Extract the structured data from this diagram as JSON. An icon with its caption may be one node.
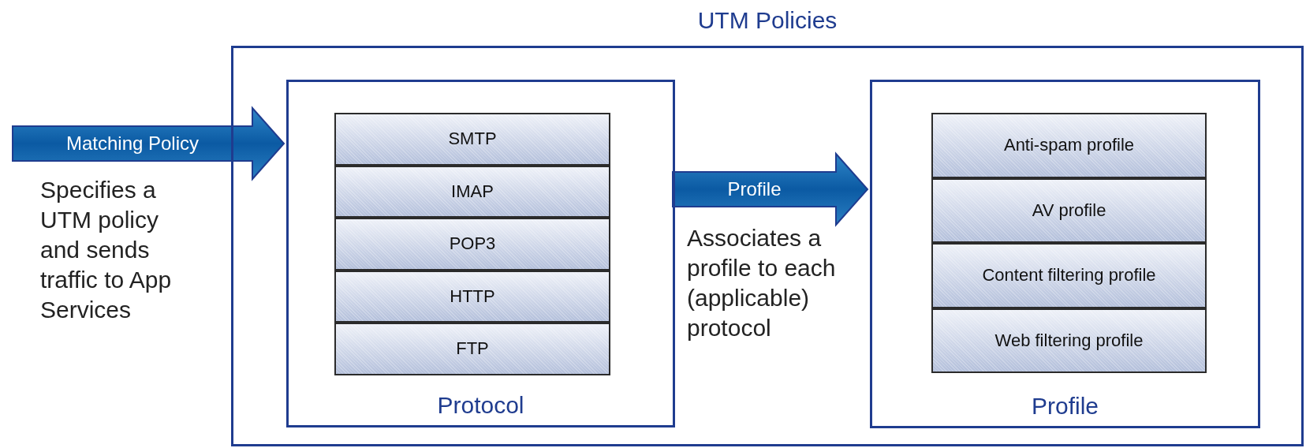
{
  "diagram": {
    "nodes": [
      {
        "text": [
          "UTM Policies"
        ]
      },
      {
        "text": [
          "Protocol"
        ],
        "in": 0
      },
      {
        "text": [
          "SMTP"
        ],
        "in": 1
      },
      {
        "text": [
          "IMAP"
        ],
        "in": 1
      },
      {
        "text": [
          "POP3"
        ],
        "in": 1
      },
      {
        "text": [
          "HTTP"
        ],
        "in": 1
      },
      {
        "text": [
          "FTP"
        ],
        "in": 1
      },
      {
        "text": [
          "Profile"
        ],
        "in": 0
      },
      {
        "text": [
          "Anti-spam profile"
        ],
        "in": 7
      },
      {
        "text": [
          "AV profile"
        ],
        "in": 7
      },
      {
        "text": [
          "Content filtering profile"
        ],
        "in": 7
      },
      {
        "text": [
          "Web filtering profile"
        ],
        "in": 7
      }
    ],
    "edges": [
      {
        "from": null,
        "to": 1,
        "arrow": "to",
        "label": "Matching Policy",
        "style": "thick"
      },
      {
        "from": 1,
        "to": 7,
        "arrow": "to",
        "label": "Profile",
        "style": "thick"
      }
    ],
    "labels": [
      "Specifies a UTM policy and sends traffic to App Services",
      "Associates a profile to each (applicable) protocol"
    ]
  }
}
